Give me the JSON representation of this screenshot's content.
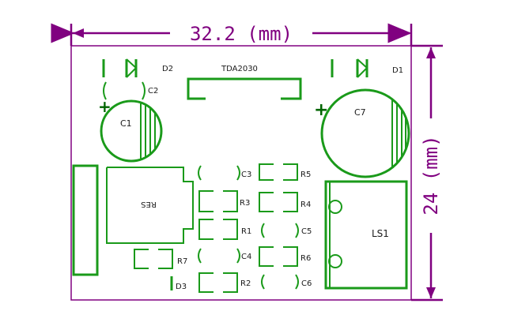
{
  "dimensions": {
    "width_label": "32.2 (mm)",
    "height_label": "24 (mm)"
  },
  "components": {
    "ic": "TDA2030",
    "d1": "D1",
    "d2": "D2",
    "d3": "D3",
    "c1": "C1",
    "c2": "C2",
    "c3": "C3",
    "c4": "C4",
    "c5": "C5",
    "c6": "C6",
    "c7": "C7",
    "r1": "R1",
    "r2": "R2",
    "r3": "R3",
    "r4": "R4",
    "r5": "R5",
    "r6": "R6",
    "r7": "R7",
    "res": "RES",
    "ls1": "LS1",
    "plus": "+"
  },
  "colors": {
    "dimension": "#800080",
    "silkscreen": "#1a9a1a"
  }
}
